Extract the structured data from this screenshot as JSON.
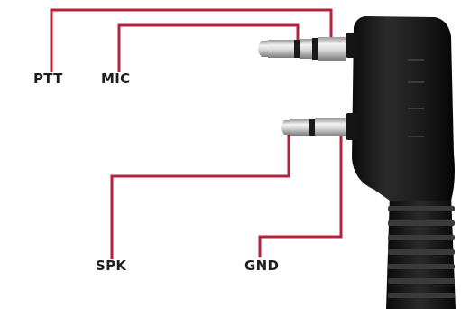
{
  "labels": {
    "ptt": "PTT",
    "mic": "MIC",
    "spk": "SPK",
    "gnd": "GND"
  },
  "colors": {
    "wire": "#b3243a",
    "plug_body": "#1a1a1a",
    "metal": "#c8c8c8",
    "label": "#1e1e1e",
    "background": "#ffffff"
  }
}
